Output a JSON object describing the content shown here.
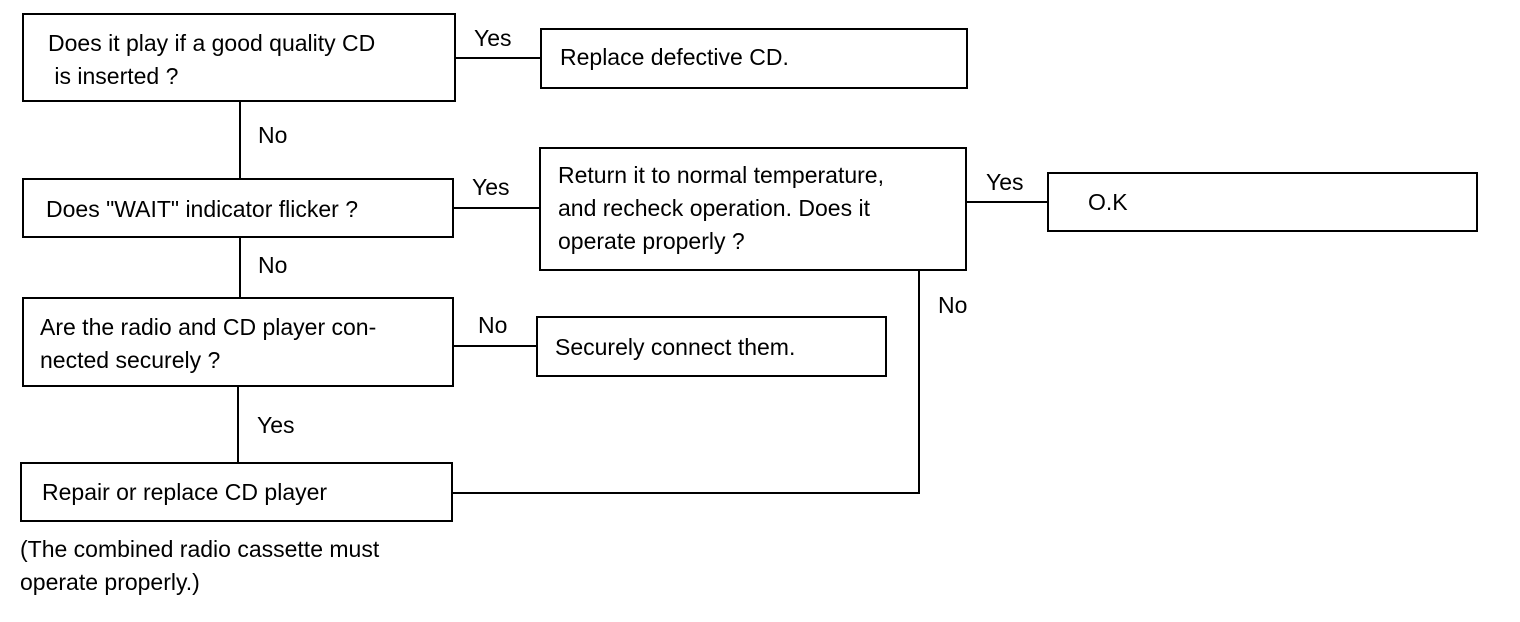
{
  "nodes": {
    "q_good_cd": "Does it play if a good quality CD\n is inserted ?",
    "replace_cd": "Replace defective CD.",
    "q_wait": "Does \"WAIT\" indicator flicker ?",
    "return_temp": "Return it to normal temperature,\nand recheck operation. Does it\noperate properly ?",
    "ok": "O.K",
    "q_connected": "Are the radio and CD player con-\nnected securely ?",
    "connect": "Securely connect them.",
    "repair": "Repair or replace CD player"
  },
  "labels": {
    "yes_1": "Yes",
    "no_1": "No",
    "yes_2": "Yes",
    "yes_3": "Yes",
    "no_2": "No",
    "no_3": "No",
    "no_4": "No",
    "yes_4": "Yes"
  },
  "note": "(The combined radio cassette must\noperate properly.)"
}
